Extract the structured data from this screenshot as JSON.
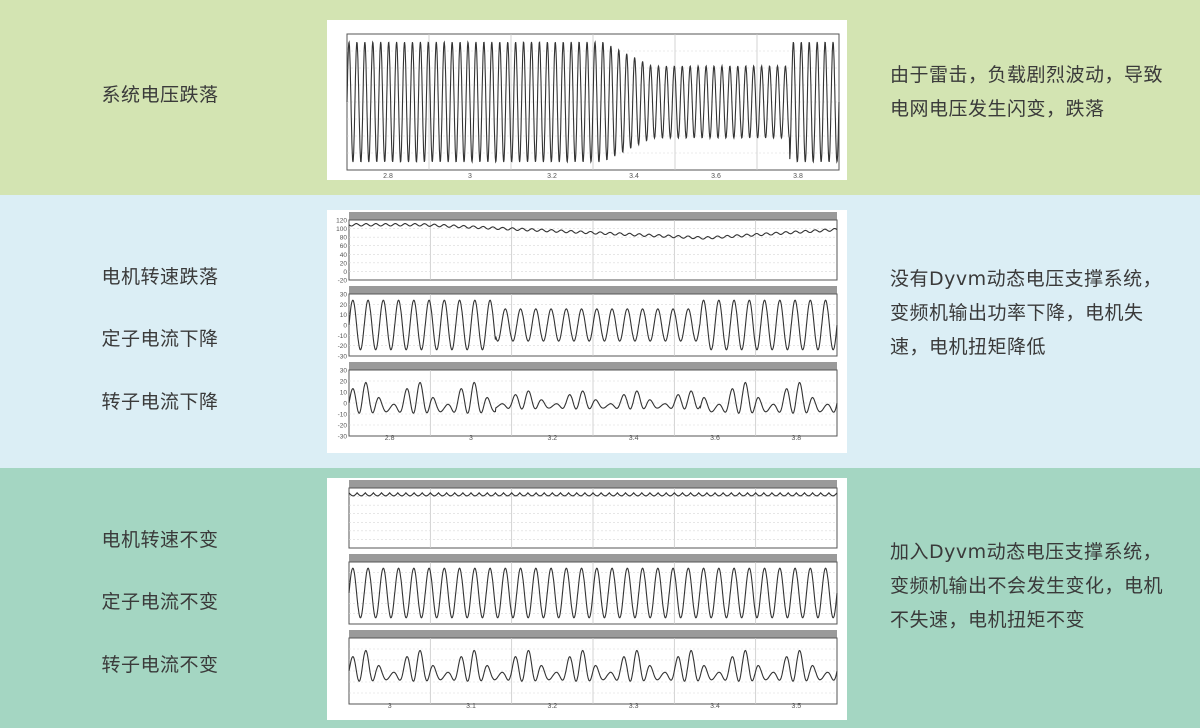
{
  "rows": [
    {
      "labels": [
        "系统电压跌落"
      ],
      "description": "由于雷击，负载剧烈波动，导致电网电压发生闪变，跌落"
    },
    {
      "labels": [
        "电机转速跌落",
        "定子电流下降",
        "转子电流下降"
      ],
      "description": "没有Dyvm动态电压支撑系统，变频机输出功率下降，电机失速，电机扭矩降低"
    },
    {
      "labels": [
        "电机转速不变",
        "定子电流不变",
        "转子电流不变"
      ],
      "description": "加入Dyvm动态电压支撑系统，变频机输出不会发生变化，电机不失速，电机扭矩不变"
    }
  ],
  "colors": {
    "band1": "#d3e4b2",
    "band2": "#dbeef5",
    "band3": "#a4d6c2",
    "trace": "#333333"
  },
  "chart_data": [
    {
      "type": "line",
      "panel": "grid-voltage",
      "pattern": "sine with sag",
      "x_ticks": [
        "2.8",
        "3",
        "3.2",
        "3.4",
        "3.6",
        "3.8"
      ]
    },
    {
      "type": "line",
      "panel": "no-support",
      "subplots": [
        {
          "y_ticks": [
            "120",
            "100",
            "80",
            "60",
            "40",
            "20",
            "0",
            "-20"
          ],
          "pattern": "speed dips then recovers"
        },
        {
          "y_ticks": [
            "30",
            "20",
            "10",
            "0",
            "-10",
            "-20",
            "-30"
          ],
          "pattern": "sine amplitude drop"
        },
        {
          "y_ticks": [
            "30",
            "20",
            "10",
            "0",
            "-10",
            "-20",
            "-30"
          ],
          "pattern": "beat waveform amplitude drop"
        }
      ],
      "x_ticks": [
        "2.8",
        "3",
        "3.2",
        "3.4",
        "3.6",
        "3.8"
      ]
    },
    {
      "type": "line",
      "panel": "with-support",
      "subplots": [
        {
          "pattern": "speed constant ripple"
        },
        {
          "pattern": "sine constant amplitude"
        },
        {
          "pattern": "beat waveform constant"
        }
      ],
      "x_ticks": [
        "3",
        "3.1",
        "3.2",
        "3.3",
        "3.4",
        "3.5"
      ]
    }
  ]
}
